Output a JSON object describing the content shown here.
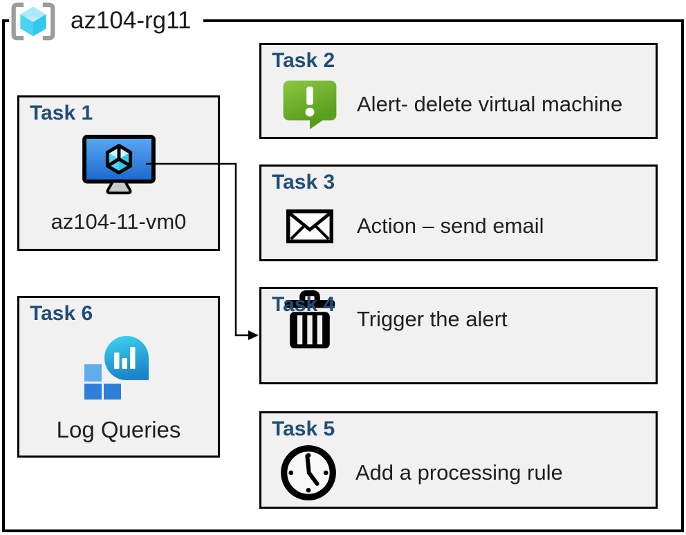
{
  "resource_group": {
    "name": "az104-rg11",
    "icon": "resource-group-icon"
  },
  "tasks": [
    {
      "heading": "Task 1",
      "label": "az104-11-vm0",
      "icon": "virtual-machine-icon"
    },
    {
      "heading": "Task 2",
      "label": "Alert- delete virtual machine",
      "icon": "alert-message-icon"
    },
    {
      "heading": "Task 3",
      "label": "Action – send email",
      "icon": "email-icon"
    },
    {
      "heading": "Task 4",
      "label": "Trigger the alert",
      "icon": "trash-icon"
    },
    {
      "heading": "Task 5",
      "label": "Add a processing rule",
      "icon": "clock-icon"
    },
    {
      "heading": "Task 6",
      "label": "Log Queries",
      "icon": "log-queries-icon"
    }
  ],
  "arrow": {
    "from": "Task 1",
    "to": "Task 4"
  },
  "colors": {
    "heading_blue": "#1F4E79",
    "box_fill": "#F1F1F1",
    "border_black": "#000000",
    "alert_green": "#6FB32E",
    "vm_screen_blue": "#2F83E0",
    "log_balloon_teal": "#2BB3E0",
    "log_square_blue": "#2E7FD7",
    "bracket_gray": "#9B9B9B",
    "cube_cyan": "#4ED2F3"
  }
}
